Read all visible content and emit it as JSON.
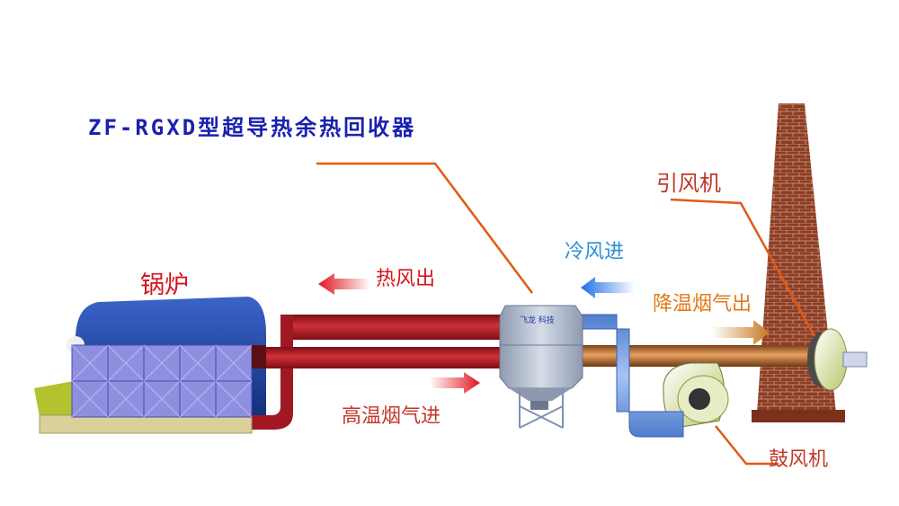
{
  "diagram": {
    "title": "ZF-RGXD型超导热余热回收器",
    "labels": {
      "boiler": "锅炉",
      "hot_air_out": "热风出",
      "high_temp_flue_in": "高温烟气进",
      "cold_air_in": "冷风进",
      "cooled_flue_out": "降温烟气出",
      "induced_draft_fan": "引风机",
      "forced_draft_fan": "鼓风机",
      "brand": "飞龙 科技"
    },
    "colors": {
      "title": "#1a20b0",
      "hot_duct": "#b81e2a",
      "cold_duct": "#7aa3e6",
      "flue_pipe": "#c97a3a",
      "leader_line": "#e05a14",
      "boiler_top": "#1c3f9a",
      "boiler_front": "#8f8fe0",
      "chimney": "#8a3a22",
      "recovery_unit": "#a9b5c8"
    }
  }
}
